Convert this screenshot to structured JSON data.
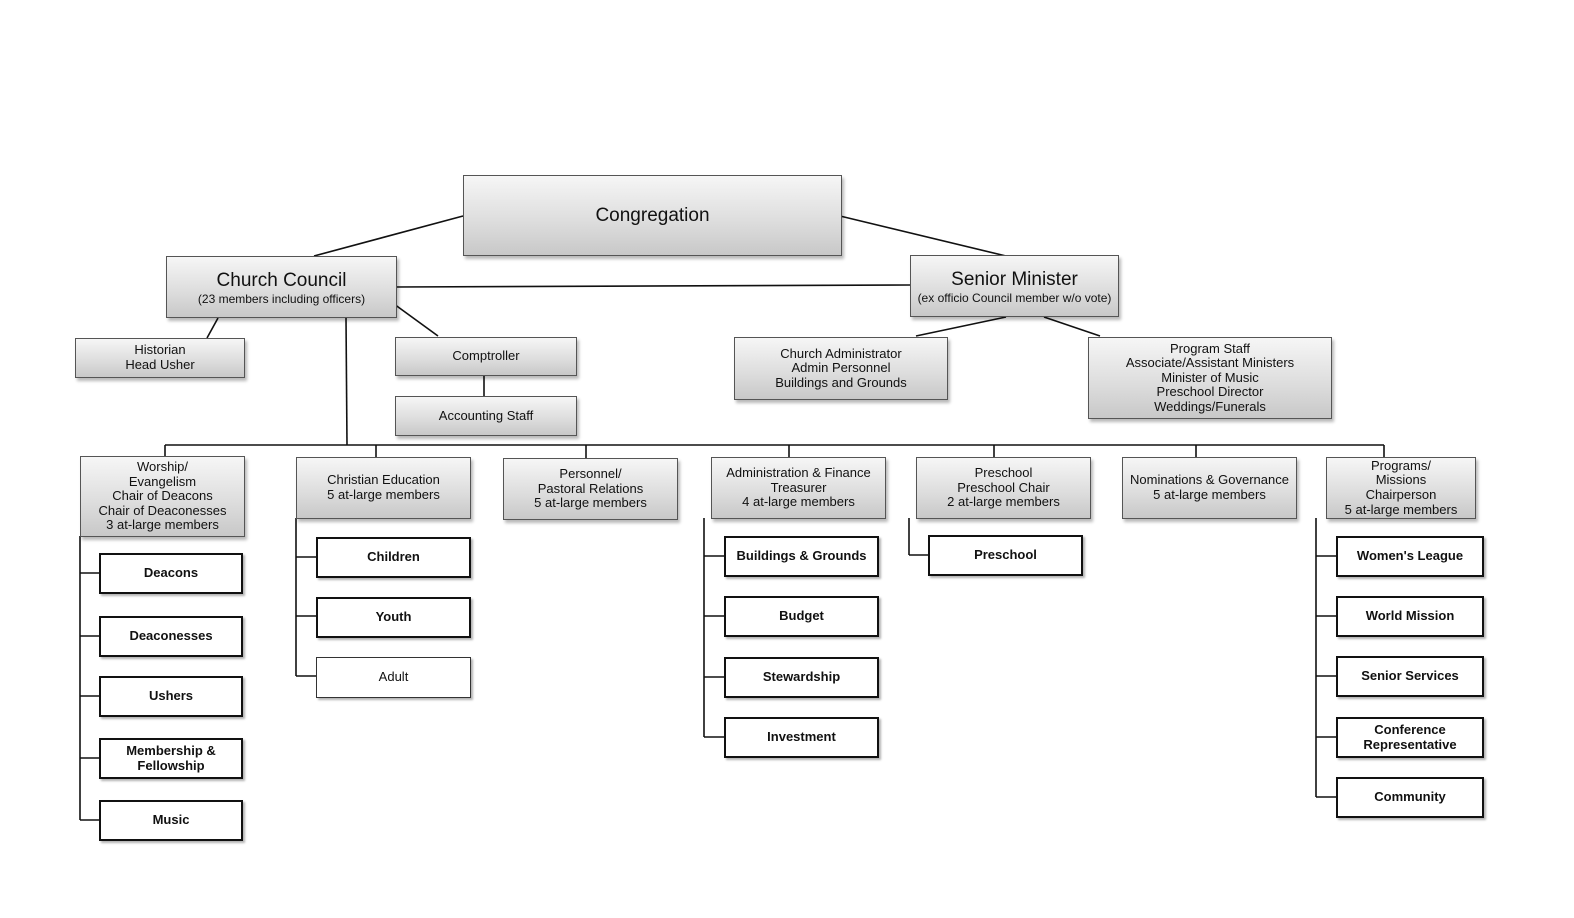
{
  "org": {
    "congregation": [
      "Congregation"
    ],
    "church_council": [
      "Church Council",
      "(23 members including officers)"
    ],
    "senior_minister": [
      "Senior Minister",
      "(ex officio Council member w/o vote)"
    ],
    "historian": [
      "Historian",
      "Head Usher"
    ],
    "comptroller": [
      "Comptroller"
    ],
    "accounting_staff": [
      "Accounting Staff"
    ],
    "church_administrator": [
      "Church Administrator",
      "Admin Personnel",
      "Buildings and Grounds"
    ],
    "program_staff": [
      "Program Staff",
      "Associate/Assistant Ministers",
      "Minister of Music",
      "Preschool Director",
      "Weddings/Funerals"
    ],
    "worship": [
      "Worship/",
      "Evangelism",
      "Chair of Deacons",
      "Chair of Deaconesses",
      "3 at-large members"
    ],
    "christian_education": [
      "Christian Education",
      "5 at-large members"
    ],
    "personnel": [
      "Personnel/",
      "Pastoral Relations",
      "5 at-large members"
    ],
    "admin_finance": [
      "Administration & Finance",
      "Treasurer",
      "4 at-large members"
    ],
    "preschool_committee": [
      "Preschool",
      "Preschool Chair",
      "2 at-large members"
    ],
    "nominations": [
      "Nominations & Governance",
      "5 at-large members"
    ],
    "programs": [
      "Programs/",
      "Missions",
      "Chairperson",
      "5 at-large members"
    ],
    "deacons": [
      "Deacons"
    ],
    "deaconesses": [
      "Deaconesses"
    ],
    "ushers": [
      "Ushers"
    ],
    "membership": [
      "Membership &",
      "Fellowship"
    ],
    "music": [
      "Music"
    ],
    "children": [
      "Children"
    ],
    "youth": [
      "Youth"
    ],
    "adult": [
      "Adult"
    ],
    "buildings": [
      "Buildings & Grounds"
    ],
    "budget": [
      "Budget"
    ],
    "stewardship": [
      "Stewardship"
    ],
    "investment": [
      "Investment"
    ],
    "preschool": [
      "Preschool"
    ],
    "womens_league": [
      "Women's League"
    ],
    "world_mission": [
      "World Mission"
    ],
    "senior_services": [
      "Senior Services"
    ],
    "conference": [
      "Conference",
      "Representative"
    ],
    "community": [
      "Community"
    ]
  },
  "colors": {
    "connector": "#111111",
    "grey_box_top": "#f6f6f6",
    "grey_box_bottom": "#c8c8c8",
    "white_box_border": "#111111"
  }
}
